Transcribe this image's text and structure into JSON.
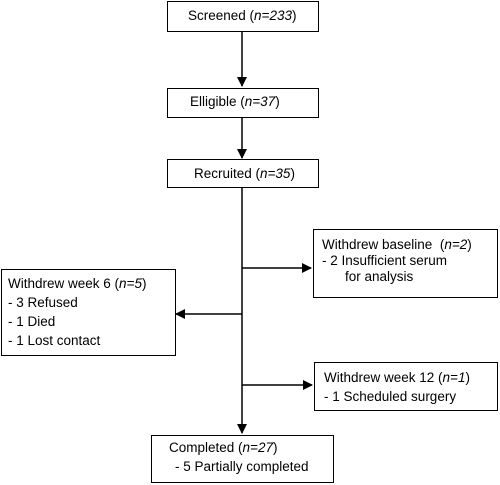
{
  "flowchart": {
    "screened": {
      "label": "Screened",
      "n": "n=233"
    },
    "elligible": {
      "label": "Elligible",
      "n": "n=37"
    },
    "recruited": {
      "label": "Recruited",
      "n": "n=35"
    },
    "withdrew_baseline": {
      "label": "Withdrew baseline",
      "n": "n=2",
      "lines": [
        "- 2 Insufficient serum",
        "for analysis"
      ]
    },
    "withdrew_week6": {
      "label": "Withdrew week 6",
      "n": "n=5",
      "lines": [
        "- 3 Refused",
        "- 1 Died",
        "- 1 Lost contact"
      ]
    },
    "withdrew_week12": {
      "label": "Withdrew week 12",
      "n": "n=1",
      "lines": [
        "- 1 Scheduled surgery"
      ]
    },
    "completed": {
      "label": "Completed",
      "n": "n=27",
      "lines": [
        "- 5 Partially completed"
      ]
    }
  }
}
